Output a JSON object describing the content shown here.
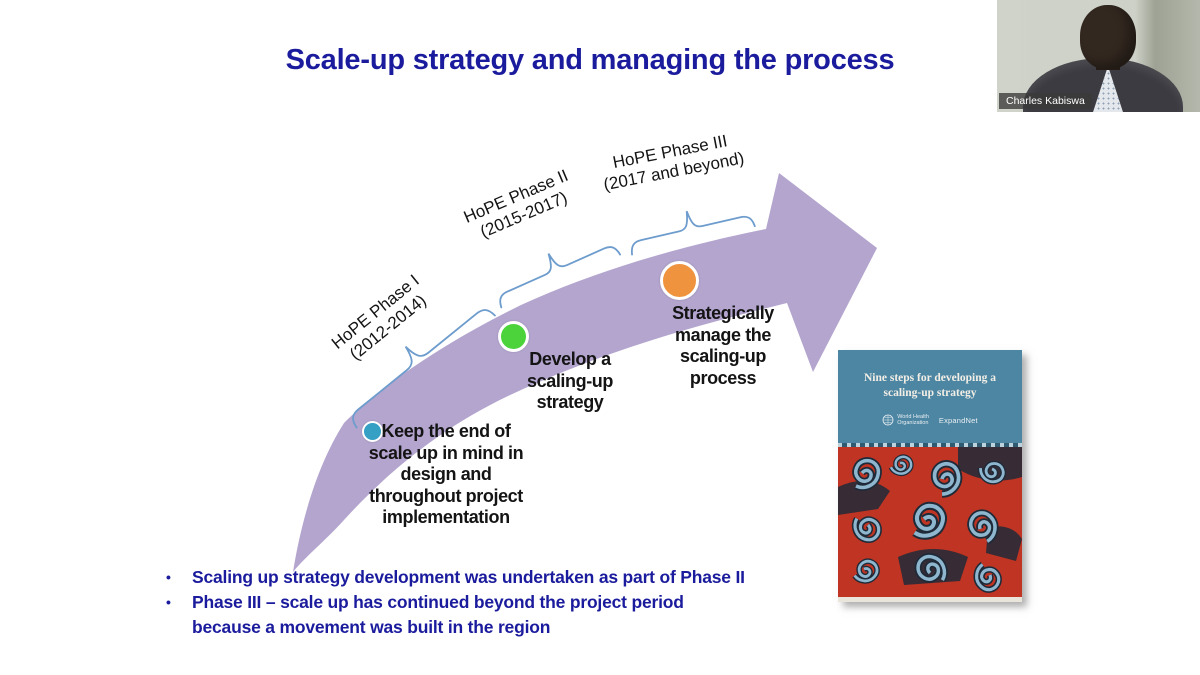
{
  "title": "Scale-up strategy and managing the process",
  "webcam": {
    "name": "Charles Kabiswa"
  },
  "diagram": {
    "arrow_color": "#b3a5ce",
    "brace_color": "#6d9ccd",
    "phases": [
      {
        "name": "HoPE Phase I",
        "years": "(2012-2014)"
      },
      {
        "name": "HoPE Phase II",
        "years": "(2015-2017)"
      },
      {
        "name": "HoPE Phase III",
        "years": "(2017 and beyond)"
      }
    ],
    "milestones": [
      {
        "dot_color": "#369fc4",
        "lines": [
          "Keep the end of",
          "scale up in mind in",
          "design and",
          "throughout project",
          "implementation"
        ]
      },
      {
        "dot_color": "#4cd33c",
        "lines": [
          "Develop a",
          "scaling-up",
          "strategy"
        ]
      },
      {
        "dot_color": "#f0933e",
        "lines": [
          "Strategically",
          "manage the",
          "scaling-up",
          "process"
        ]
      }
    ]
  },
  "book": {
    "title_line1": "Nine steps for developing a",
    "title_line2": "scaling-up strategy",
    "logo_who_line1": "World Health",
    "logo_who_line2": "Organization",
    "logo_expandnet": "ExpandNet",
    "header_color": "#4d86a3",
    "batik_red": "#bf3422",
    "batik_blue": "#8fb6cf"
  },
  "bullets": {
    "item1_line1": "Scaling up strategy development was undertaken as part of Phase II",
    "item2_line1": "Phase III – scale up has continued beyond the project period",
    "item2_line2": "because a movement was built in the region"
  },
  "colors": {
    "title_text": "#1b1b9d",
    "bullet_text": "#1b1b9d",
    "milestone_text": "#141414"
  }
}
